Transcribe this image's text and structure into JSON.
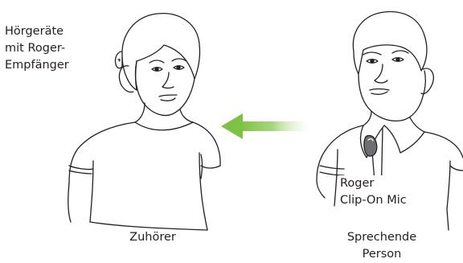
{
  "labels": {
    "hearing_aids": [
      "Hörgeräte",
      "mit Roger-",
      "Empfänger"
    ],
    "clip_mic": [
      "Roger",
      "Clip-On Mic"
    ],
    "listener": "Zuhörer",
    "speaker": [
      "Sprechende",
      "Person"
    ]
  },
  "colors": {
    "line": "#231f20",
    "arrow": "#7dc242",
    "mic_body": "#6d6e70"
  },
  "icons": {
    "listener": "listener-figure",
    "speaker": "speaker-figure",
    "arrow": "left-arrow-gradient"
  }
}
